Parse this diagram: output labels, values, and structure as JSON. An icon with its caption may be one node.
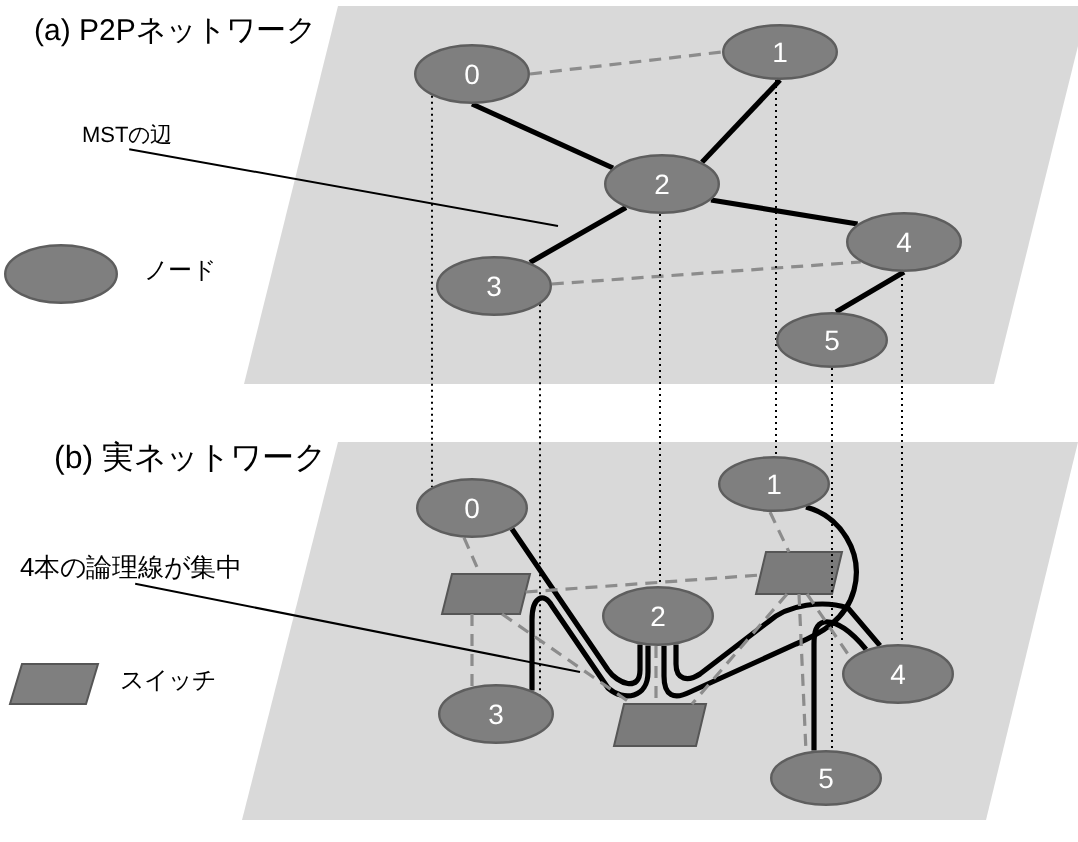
{
  "diagram": {
    "nodes": [
      {
        "text": [
          "(a) P2Pネットワーク"
        ]
      },
      {
        "text": [
          "0"
        ],
        "in": 0
      },
      {
        "text": [
          "1"
        ],
        "in": 0
      },
      {
        "text": [
          "2"
        ],
        "in": 0
      },
      {
        "text": [
          "3"
        ],
        "in": 0
      },
      {
        "text": [
          "4"
        ],
        "in": 0
      },
      {
        "text": [
          "5"
        ],
        "in": 0
      },
      {
        "text": [
          "MSTの辺"
        ]
      },
      {
        "text": [
          "(b) 実ネットワーク"
        ]
      },
      {
        "text": [
          "0"
        ],
        "in": 8
      },
      {
        "text": [
          "1"
        ],
        "in": 8
      },
      {
        "text": [
          "2"
        ],
        "in": 8
      },
      {
        "text": [
          "3"
        ],
        "in": 8
      },
      {
        "text": [
          "4"
        ],
        "in": 8
      },
      {
        "text": [
          "5"
        ],
        "in": 8
      },
      {
        "text": [
          "4本の論理線が集中"
        ]
      },
      {
        "text": [],
        "shape": "parallelogram",
        "in": 8
      },
      {
        "text": [],
        "shape": "parallelogram",
        "in": 8
      },
      {
        "text": [],
        "shape": "parallelogram",
        "in": 8
      }
    ],
    "edges": [
      {
        "from": 1,
        "to": 3,
        "arrow": "none"
      },
      {
        "from": 2,
        "to": 3,
        "arrow": "none"
      },
      {
        "from": 3,
        "to": 4,
        "arrow": "none"
      },
      {
        "from": 3,
        "to": 5,
        "arrow": "none"
      },
      {
        "from": 5,
        "to": 6,
        "arrow": "none"
      },
      {
        "from": 1,
        "to": 2,
        "arrow": "none",
        "style": "dashed",
        "color": "#8c8c8c"
      },
      {
        "from": 4,
        "to": 5,
        "arrow": "none",
        "style": "dashed",
        "color": "#8c8c8c"
      },
      {
        "from": 7,
        "to": null,
        "arrow": "none"
      },
      {
        "from": 1,
        "to": 9,
        "arrow": "none",
        "style": "dashed"
      },
      {
        "from": 2,
        "to": 10,
        "arrow": "none",
        "style": "dashed"
      },
      {
        "from": 3,
        "to": 11,
        "arrow": "none",
        "style": "dashed"
      },
      {
        "from": 4,
        "to": 12,
        "arrow": "none",
        "style": "dashed"
      },
      {
        "from": 5,
        "to": 13,
        "arrow": "none",
        "style": "dashed"
      },
      {
        "from": 6,
        "to": 14,
        "arrow": "none",
        "style": "dashed"
      },
      {
        "from": 9,
        "to": 11,
        "arrow": "none"
      },
      {
        "from": 10,
        "to": 11,
        "arrow": "none"
      },
      {
        "from": 11,
        "to": 12,
        "arrow": "none"
      },
      {
        "from": 11,
        "to": 13,
        "arrow": "none"
      },
      {
        "from": 13,
        "to": 14,
        "arrow": "none"
      },
      {
        "from": 16,
        "to": 17,
        "arrow": "none",
        "style": "dashed",
        "color": "#8c8c8c"
      },
      {
        "from": 16,
        "to": 18,
        "arrow": "none",
        "style": "dashed",
        "color": "#8c8c8c"
      },
      {
        "from": 17,
        "to": 18,
        "arrow": "none",
        "style": "dashed",
        "color": "#8c8c8c"
      },
      {
        "from": 9,
        "to": 16,
        "arrow": "none",
        "style": "dashed",
        "color": "#8c8c8c"
      },
      {
        "from": 16,
        "to": 12,
        "arrow": "none",
        "style": "dashed",
        "color": "#8c8c8c"
      },
      {
        "from": 11,
        "to": 18,
        "arrow": "none",
        "style": "dashed",
        "color": "#8c8c8c"
      },
      {
        "from": 10,
        "to": 17,
        "arrow": "none",
        "style": "dashed",
        "color": "#8c8c8c"
      },
      {
        "from": 17,
        "to": 13,
        "arrow": "none",
        "style": "dashed",
        "color": "#8c8c8c"
      },
      {
        "from": 17,
        "to": 14,
        "arrow": "none",
        "style": "dashed",
        "color": "#8c8c8c"
      },
      {
        "from": 15,
        "to": null,
        "arrow": "none"
      }
    ],
    "legend": [
      {
        "text": "ノード"
      },
      {
        "text": "スイッチ"
      }
    ]
  }
}
